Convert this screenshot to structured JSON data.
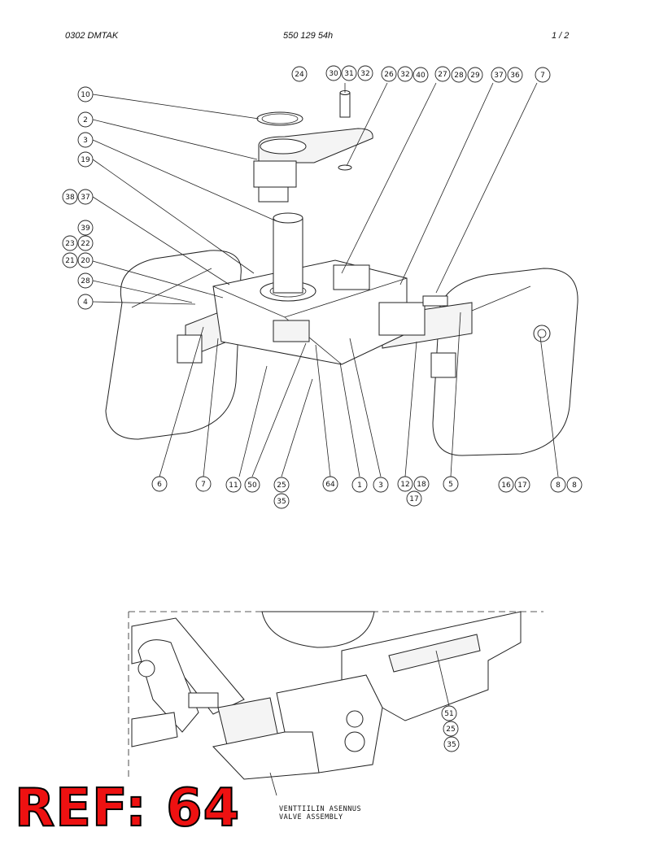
{
  "header": {
    "left": "0302  DMTAK",
    "center": "550 129 54h",
    "right": "1 /   2"
  },
  "callouts_main": [
    "24",
    "30",
    "31",
    "32",
    "26",
    "32",
    "40",
    "27",
    "28",
    "29",
    "37",
    "36",
    "7",
    "10",
    "2",
    "3",
    "19",
    "38",
    "37",
    "39",
    "23",
    "22",
    "21",
    "20",
    "28",
    "4",
    "6",
    "7",
    "11",
    "50",
    "25",
    "35",
    "64",
    "1",
    "3",
    "12",
    "18",
    "17",
    "5",
    "16",
    "17",
    "8",
    "8"
  ],
  "callouts_detail": [
    "51",
    "25",
    "35"
  ],
  "caption": {
    "line1": "VENTTIILIN ASENNUS",
    "line2": "VALVE ASSEMBLY"
  },
  "ref_label": "REF: 64"
}
